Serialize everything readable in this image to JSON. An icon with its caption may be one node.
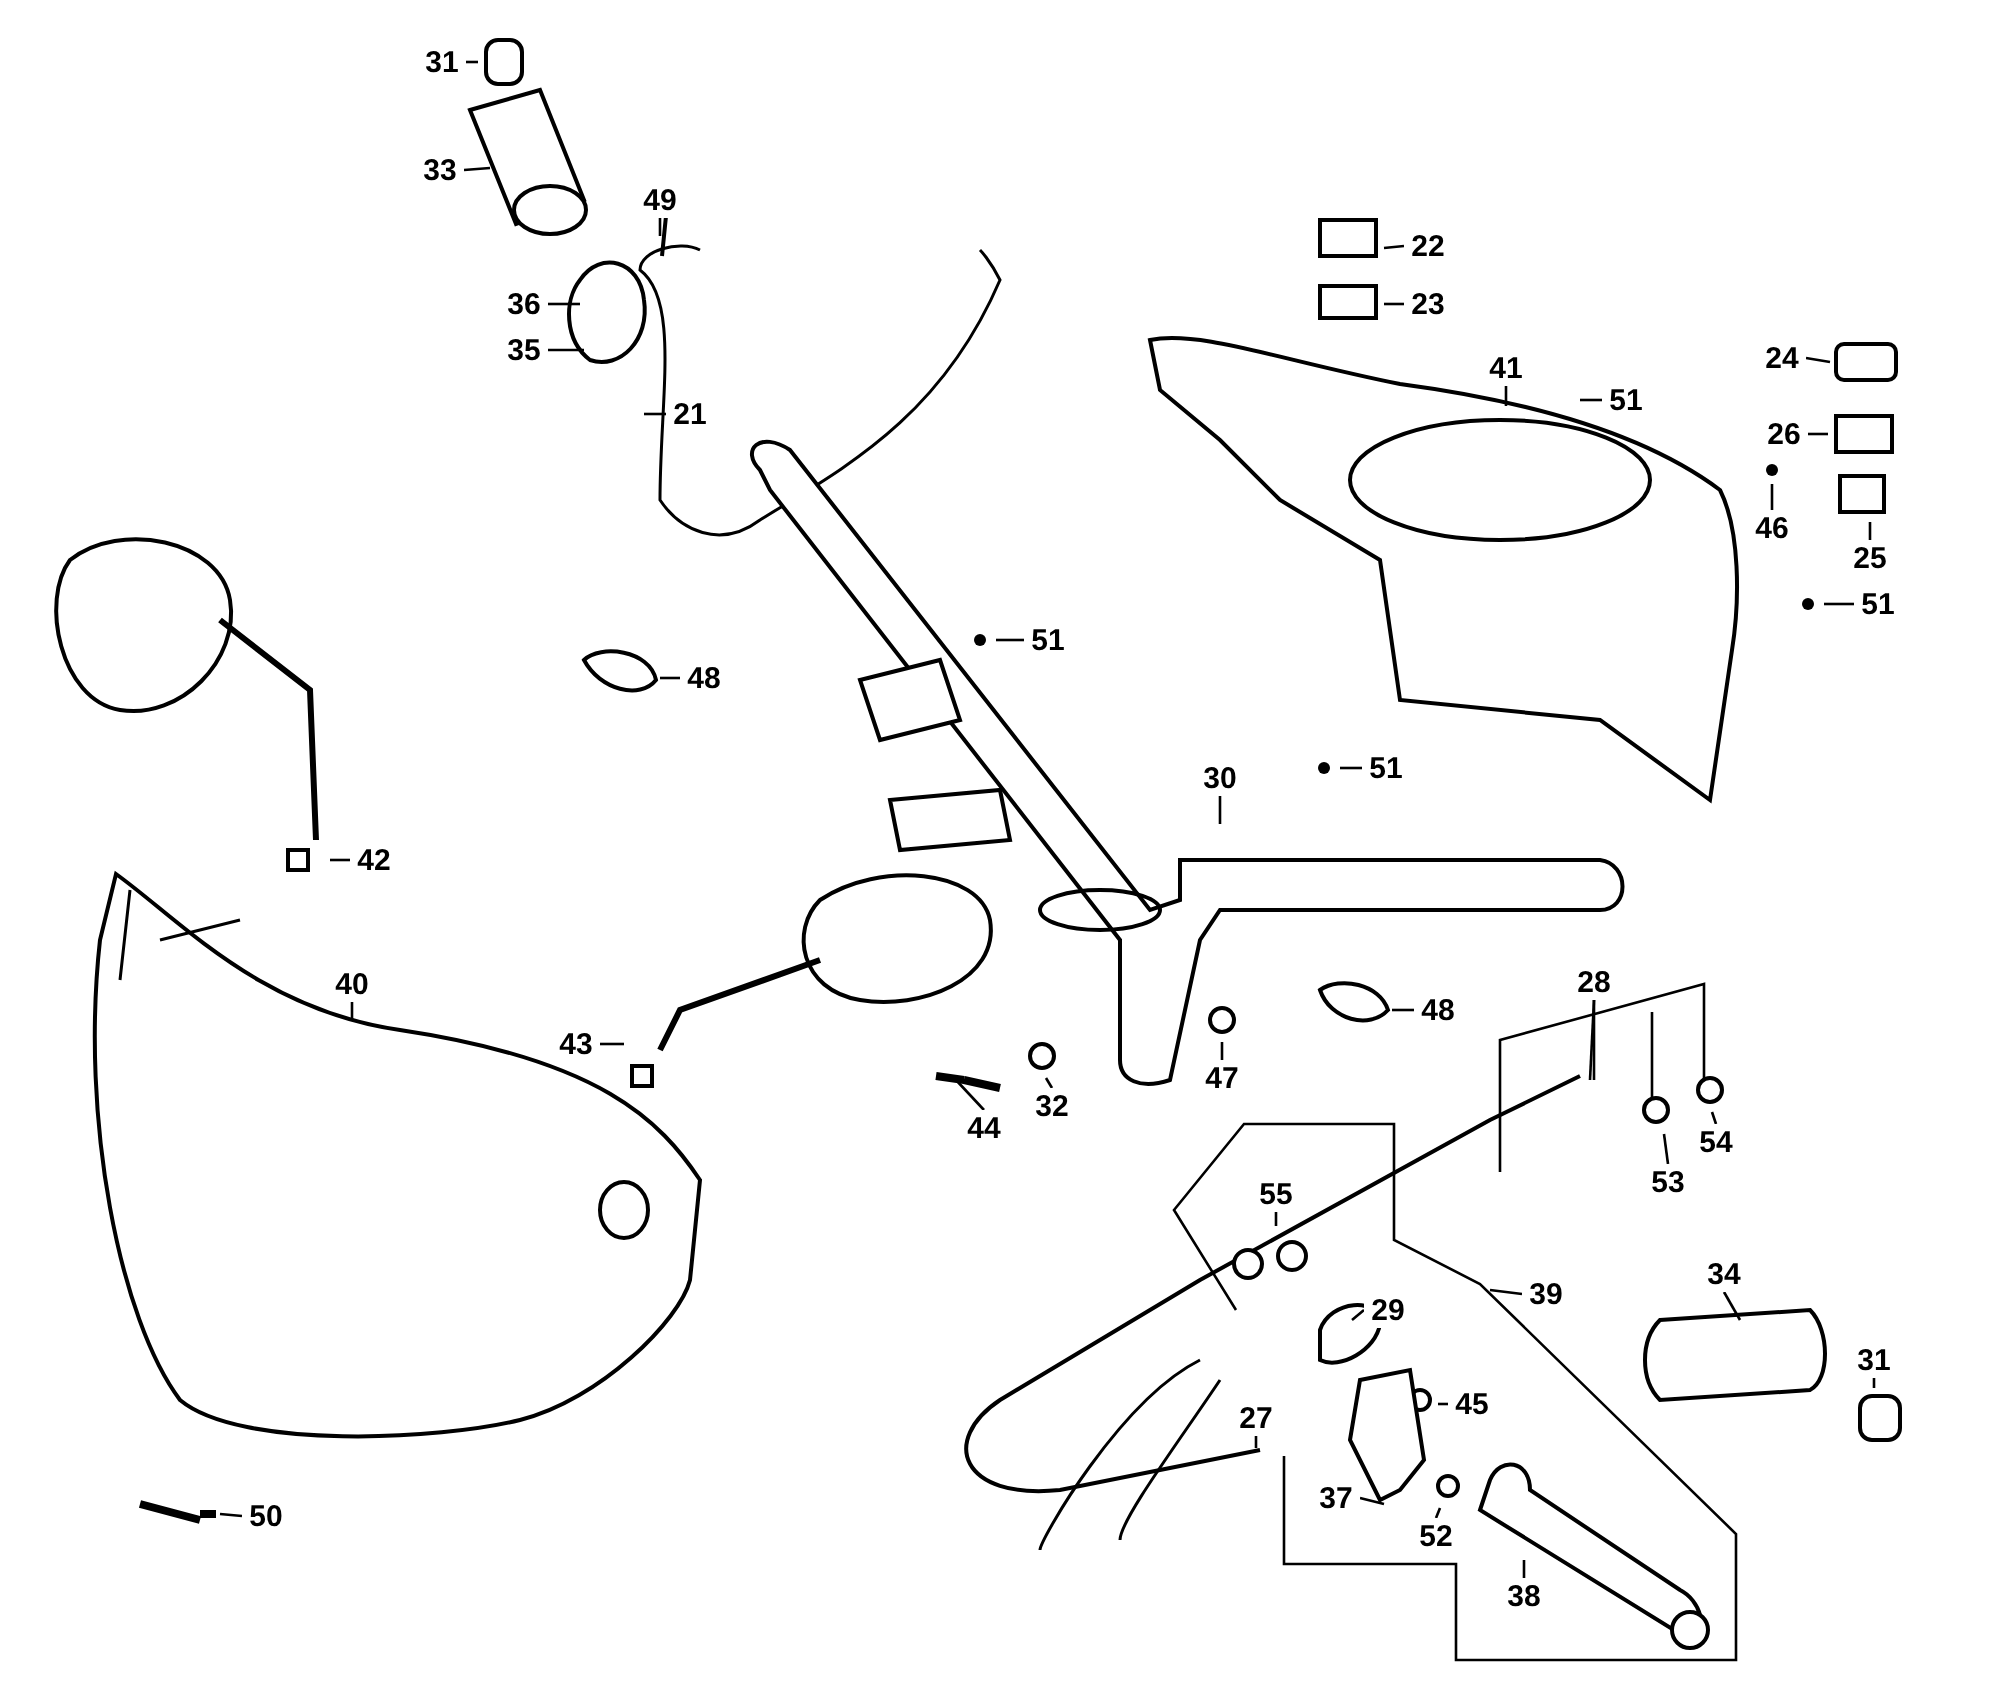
{
  "diagram": {
    "nodes": [
      {
        "text": [
          "31"
        ]
      },
      {
        "text": [
          "33"
        ]
      },
      {
        "text": [
          "49"
        ]
      },
      {
        "text": [
          "22"
        ]
      },
      {
        "text": [
          "36"
        ]
      },
      {
        "text": [
          "23"
        ]
      },
      {
        "text": [
          "35"
        ]
      },
      {
        "text": [
          "24"
        ]
      },
      {
        "text": [
          "41"
        ]
      },
      {
        "text": [
          "51"
        ]
      },
      {
        "text": [
          "21"
        ]
      },
      {
        "text": [
          "26"
        ]
      },
      {
        "text": [
          "46"
        ]
      },
      {
        "text": [
          "25"
        ]
      },
      {
        "text": [
          "51"
        ]
      },
      {
        "text": [
          "51"
        ]
      },
      {
        "text": [
          "48"
        ]
      },
      {
        "text": [
          "51"
        ]
      },
      {
        "text": [
          "30"
        ]
      },
      {
        "text": [
          "42"
        ]
      },
      {
        "text": [
          "28"
        ]
      },
      {
        "text": [
          "40"
        ]
      },
      {
        "text": [
          "48"
        ]
      },
      {
        "text": [
          "43"
        ]
      },
      {
        "text": [
          "47"
        ]
      },
      {
        "text": [
          "32"
        ]
      },
      {
        "text": [
          "44"
        ]
      },
      {
        "text": [
          "54"
        ]
      },
      {
        "text": [
          "53"
        ]
      },
      {
        "text": [
          "55"
        ]
      },
      {
        "text": [
          "34"
        ]
      },
      {
        "text": [
          "39"
        ]
      },
      {
        "text": [
          "29"
        ]
      },
      {
        "text": [
          "31"
        ]
      },
      {
        "text": [
          "45"
        ]
      },
      {
        "text": [
          "27"
        ]
      },
      {
        "text": [
          "37"
        ]
      },
      {
        "text": [
          "50"
        ]
      },
      {
        "text": [
          "52"
        ]
      },
      {
        "text": [
          "38"
        ]
      }
    ],
    "edges": [
      {
        "from": 0,
        "to": null,
        "arrow": "none"
      },
      {
        "from": 1,
        "to": null,
        "arrow": "none"
      },
      {
        "from": 2,
        "to": null,
        "arrow": "none"
      },
      {
        "from": 3,
        "to": null,
        "arrow": "none"
      },
      {
        "from": 4,
        "to": null,
        "arrow": "none"
      },
      {
        "from": 5,
        "to": null,
        "arrow": "none"
      },
      {
        "from": 6,
        "to": null,
        "arrow": "none"
      },
      {
        "from": 7,
        "to": null,
        "arrow": "none"
      },
      {
        "from": 8,
        "to": null,
        "arrow": "none"
      },
      {
        "from": 9,
        "to": null,
        "arrow": "none"
      },
      {
        "from": 10,
        "to": null,
        "arrow": "none"
      },
      {
        "from": 11,
        "to": null,
        "arrow": "none"
      },
      {
        "from": 12,
        "to": null,
        "arrow": "none"
      },
      {
        "from": 13,
        "to": null,
        "arrow": "none"
      },
      {
        "from": 14,
        "to": null,
        "arrow": "none"
      },
      {
        "from": 15,
        "to": null,
        "arrow": "none"
      },
      {
        "from": 16,
        "to": null,
        "arrow": "none"
      },
      {
        "from": 17,
        "to": null,
        "arrow": "none"
      },
      {
        "from": 18,
        "to": null,
        "arrow": "none"
      },
      {
        "from": 19,
        "to": null,
        "arrow": "none"
      },
      {
        "from": 20,
        "to": null,
        "arrow": "none"
      },
      {
        "from": 21,
        "to": null,
        "arrow": "none"
      },
      {
        "from": 22,
        "to": null,
        "arrow": "none"
      },
      {
        "from": 23,
        "to": null,
        "arrow": "none"
      },
      {
        "from": 24,
        "to": null,
        "arrow": "none"
      },
      {
        "from": 25,
        "to": null,
        "arrow": "none"
      },
      {
        "from": 26,
        "to": null,
        "arrow": "none"
      },
      {
        "from": 27,
        "to": null,
        "arrow": "none"
      },
      {
        "from": 28,
        "to": null,
        "arrow": "none"
      },
      {
        "from": 29,
        "to": null,
        "arrow": "none"
      },
      {
        "from": 30,
        "to": null,
        "arrow": "none"
      },
      {
        "from": 31,
        "to": null,
        "arrow": "none"
      },
      {
        "from": 32,
        "to": null,
        "arrow": "none"
      },
      {
        "from": 33,
        "to": null,
        "arrow": "none"
      },
      {
        "from": 34,
        "to": null,
        "arrow": "none"
      },
      {
        "from": 35,
        "to": null,
        "arrow": "none"
      },
      {
        "from": 36,
        "to": null,
        "arrow": "none"
      },
      {
        "from": 37,
        "to": null,
        "arrow": "none"
      },
      {
        "from": 38,
        "to": null,
        "arrow": "none"
      },
      {
        "from": 39,
        "to": null,
        "arrow": "none"
      }
    ]
  }
}
